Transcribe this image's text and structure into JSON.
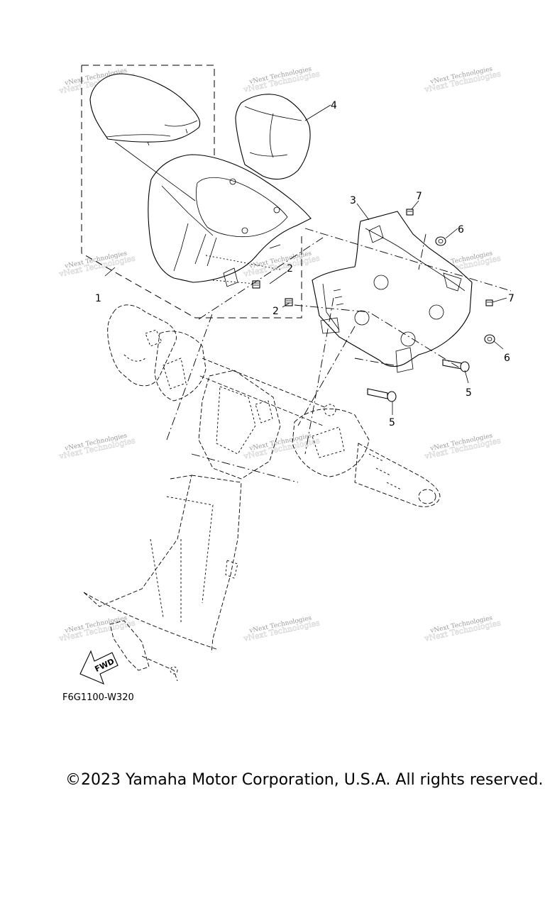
{
  "callouts": {
    "c1": "1",
    "c2a": "2",
    "c2b": "2",
    "c3": "3",
    "c4": "4",
    "c5a": "5",
    "c5b": "5",
    "c6a": "6",
    "c6b": "6",
    "c7a": "7",
    "c7b": "7"
  },
  "direction_arrow": "FWD",
  "watermark": "vNext Technologies",
  "diagram_code": "F6G1100-W320",
  "copyright": "©2023 Yamaha Motor Corporation, U.S.A. All rights reserved."
}
